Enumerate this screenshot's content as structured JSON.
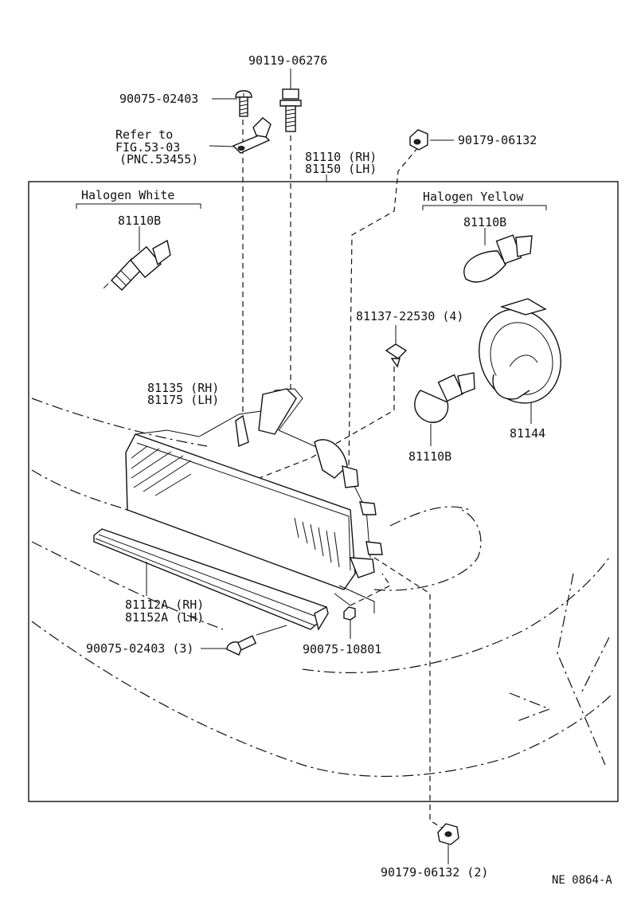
{
  "labels": {
    "bolt_top": "90119-06276",
    "screw_top": "90075-02403",
    "refer_line1": "Refer to",
    "refer_line2": "FIG.53-03",
    "refer_line3": "(PNC.53455)",
    "nut_top": "90179-06132",
    "assy_rh": "81110 (RH)",
    "assy_lh": "81150 (LH)",
    "halogen_white": "Halogen White",
    "halogen_yellow": "Halogen Yellow",
    "bulb_white": "81110B",
    "bulb_yellow": "81110B",
    "clip": "81137-22530 (4)",
    "socket_cover": "81144",
    "bulb_small": "81110B",
    "lens_rh": "81135 (RH)",
    "lens_lh": "81175 (LH)",
    "seal_rh": "81112A (RH)",
    "seal_lh": "81152A (LH)",
    "screw_bottom": "90075-02403 (3)",
    "nut_side": "90075-10801",
    "nut_bottom": "90179-06132 (2)",
    "ref_code": "NE 0864-A"
  },
  "icons": {
    "screw": "screw-icon",
    "bolt": "bolt-icon",
    "nut": "nut-icon",
    "bulb": "bulb-icon",
    "clip": "clip-icon",
    "socket": "socket-cover-icon",
    "bracket": "bracket-icon"
  },
  "colors": {
    "ink": "#111111",
    "paper": "#ffffff"
  }
}
